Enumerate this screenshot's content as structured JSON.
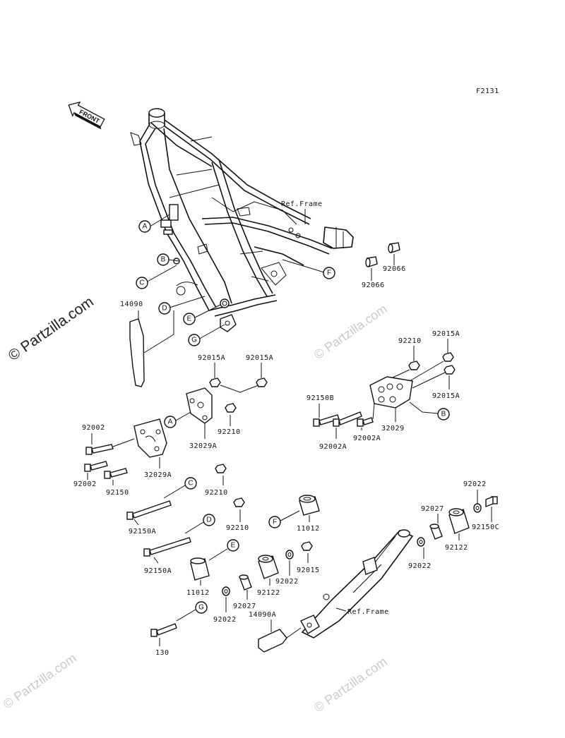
{
  "figure_code": "F2131",
  "front_label": "FRONT",
  "ref_frame_top": "Ref.Frame",
  "ref_frame_bottom": "Ref.Frame",
  "watermarks": {
    "main": "© Partzilla.com",
    "tile": "© Partzilla.com"
  },
  "callouts": {
    "A": "A",
    "B": "B",
    "C": "C",
    "D": "D",
    "E": "E",
    "F": "F",
    "G": "G"
  },
  "parts": {
    "p14090": "14090",
    "p14090A": "14090A",
    "p92066_1": "92066",
    "p92066_2": "92066",
    "p92015A_1": "92015A",
    "p92015A_2": "92015A",
    "p92015A_3": "92015A",
    "p92015A_4": "92015A",
    "p92210_1": "92210",
    "p92210_2": "92210",
    "p92210_3": "92210",
    "p92210_4": "92210",
    "p92150B": "92150B",
    "p32029": "32029",
    "p32029A_1": "32029A",
    "p32029A_2": "32029A",
    "p92002A_1": "92002A",
    "p92002A_2": "92002A",
    "p92002_1": "92002",
    "p92002_2": "92002",
    "p92150": "92150",
    "p92150A_1": "92150A",
    "p92150A_2": "92150A",
    "p92150C": "92150C",
    "p11012_1": "11012",
    "p11012_2": "11012",
    "p92015": "92015",
    "p92022_1": "92022",
    "p92022_2": "92022",
    "p92022_3": "92022",
    "p92022_4": "92022",
    "p92122_1": "92122",
    "p92122_2": "92122",
    "p92027_1": "92027",
    "p92027_2": "92027",
    "p130": "130"
  }
}
